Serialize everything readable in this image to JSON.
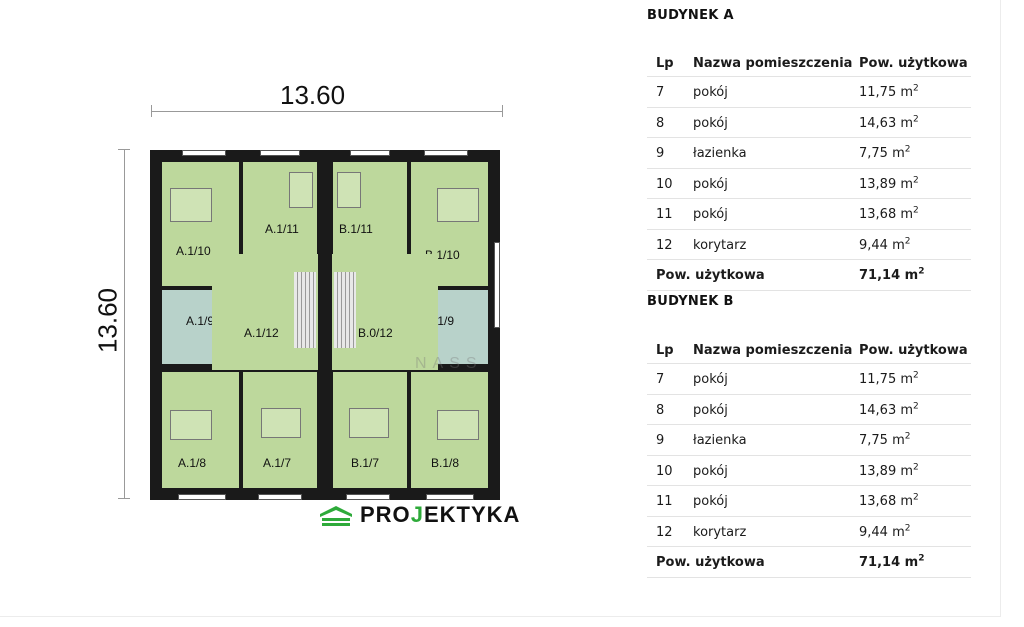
{
  "plan": {
    "width_label": "13.60",
    "height_label": "13.60",
    "watermark": "NASS",
    "rooms": {
      "a110": "A.1/10",
      "a111": "A.1/11",
      "b111": "B.1/11",
      "b110": "B.1/10",
      "a19": "A.1/9",
      "a112": "A.1/12",
      "b012": "B.0/12",
      "b19": "B.1/9",
      "a18": "A.1/8",
      "a17": "A.1/7",
      "b17": "B.1/7",
      "b18": "B.1/8"
    },
    "logo": {
      "text_main": "PRO",
      "text_accent": "J",
      "text_rest": "EKTYKA",
      "logo_green": "#2eaa3a"
    }
  },
  "colors": {
    "room_green": "#bdd89c",
    "bath_teal": "#b8d2ca",
    "wall": "#1a1a1a"
  },
  "building_a": {
    "title": "BUDYNEK A",
    "headers": {
      "lp": "Lp",
      "name": "Nazwa pomieszczenia",
      "area": "Pow. użytkowa"
    },
    "rows": [
      {
        "lp": "7",
        "name": "pokój",
        "area": "11,75 m"
      },
      {
        "lp": "8",
        "name": "pokój",
        "area": "14,63 m"
      },
      {
        "lp": "9",
        "name": "łazienka",
        "area": "7,75 m"
      },
      {
        "lp": "10",
        "name": "pokój",
        "area": "13,89 m"
      },
      {
        "lp": "11",
        "name": "pokój",
        "area": "13,68 m"
      },
      {
        "lp": "12",
        "name": "korytarz",
        "area": "9,44 m"
      }
    ],
    "total_label": "Pow. użytkowa",
    "total_value": "71,14 m",
    "unit_sup": "2"
  },
  "building_b": {
    "title": "BUDYNEK B",
    "headers": {
      "lp": "Lp",
      "name": "Nazwa pomieszczenia",
      "area": "Pow. użytkowa"
    },
    "rows": [
      {
        "lp": "7",
        "name": "pokój",
        "area": "11,75 m"
      },
      {
        "lp": "8",
        "name": "pokój",
        "area": "14,63 m"
      },
      {
        "lp": "9",
        "name": "łazienka",
        "area": "7,75 m"
      },
      {
        "lp": "10",
        "name": "pokój",
        "area": "13,89 m"
      },
      {
        "lp": "11",
        "name": "pokój",
        "area": "13,68 m"
      },
      {
        "lp": "12",
        "name": "korytarz",
        "area": "9,44 m"
      }
    ],
    "total_label": "Pow. użytkowa",
    "total_value": "71,14 m",
    "unit_sup": "2"
  }
}
